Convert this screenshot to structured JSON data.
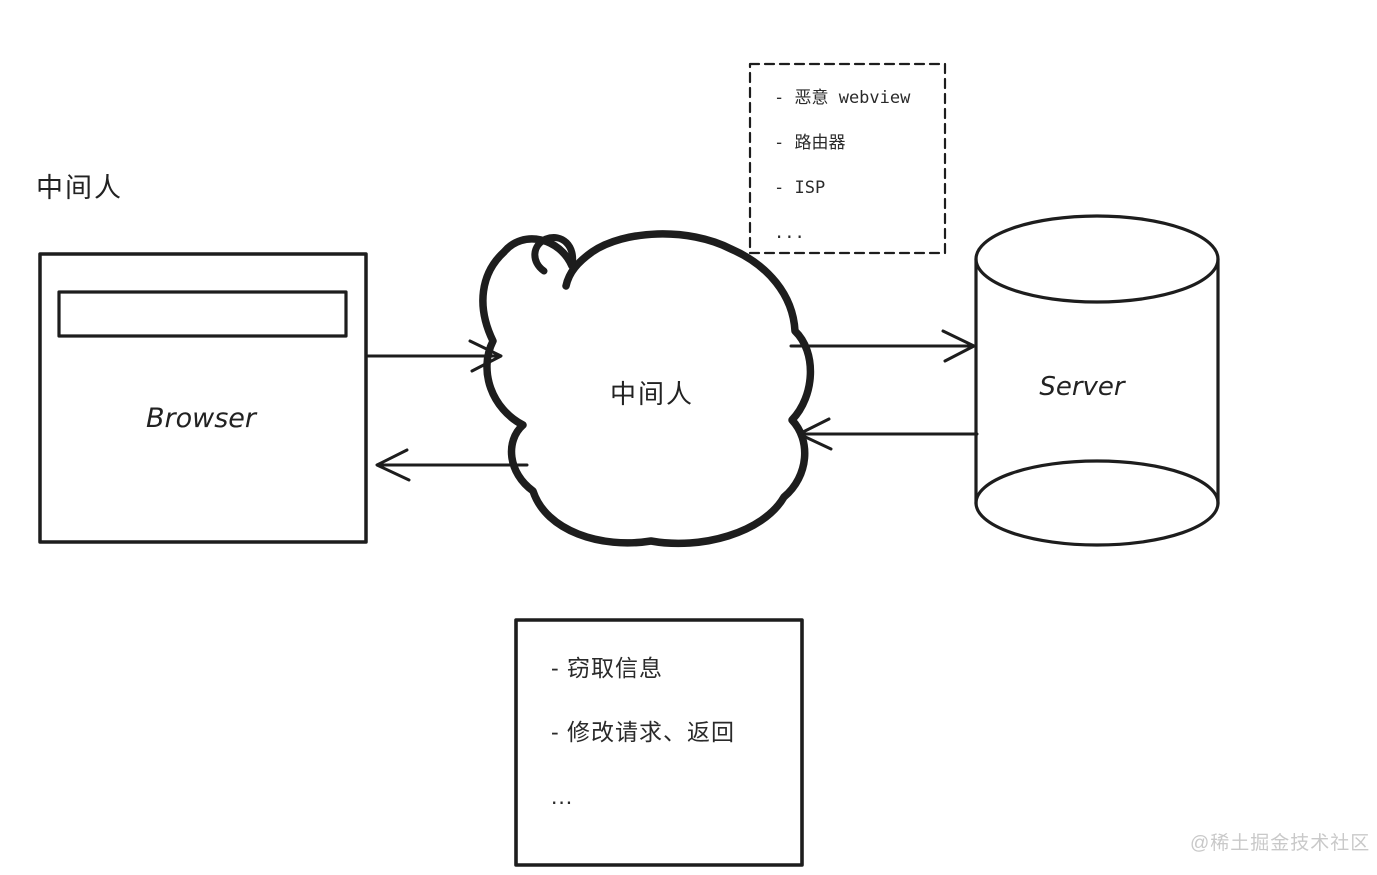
{
  "palette": {
    "background": "#ffffff",
    "ink": "#1d1d1d",
    "watermark_color": "#c9c9c9"
  },
  "title_label": "中间人",
  "browser": {
    "label": "Browser"
  },
  "mitm_cloud": {
    "label": "中间人"
  },
  "server": {
    "label": "Server"
  },
  "attack_vectors": {
    "items": [
      "- 恶意 webview",
      "- 路由器",
      "- ISP",
      "..."
    ]
  },
  "attack_actions": {
    "items": [
      "- 窃取信息",
      "- 修改请求、返回",
      "..."
    ]
  },
  "watermark": "@稀土掘金技术社区"
}
